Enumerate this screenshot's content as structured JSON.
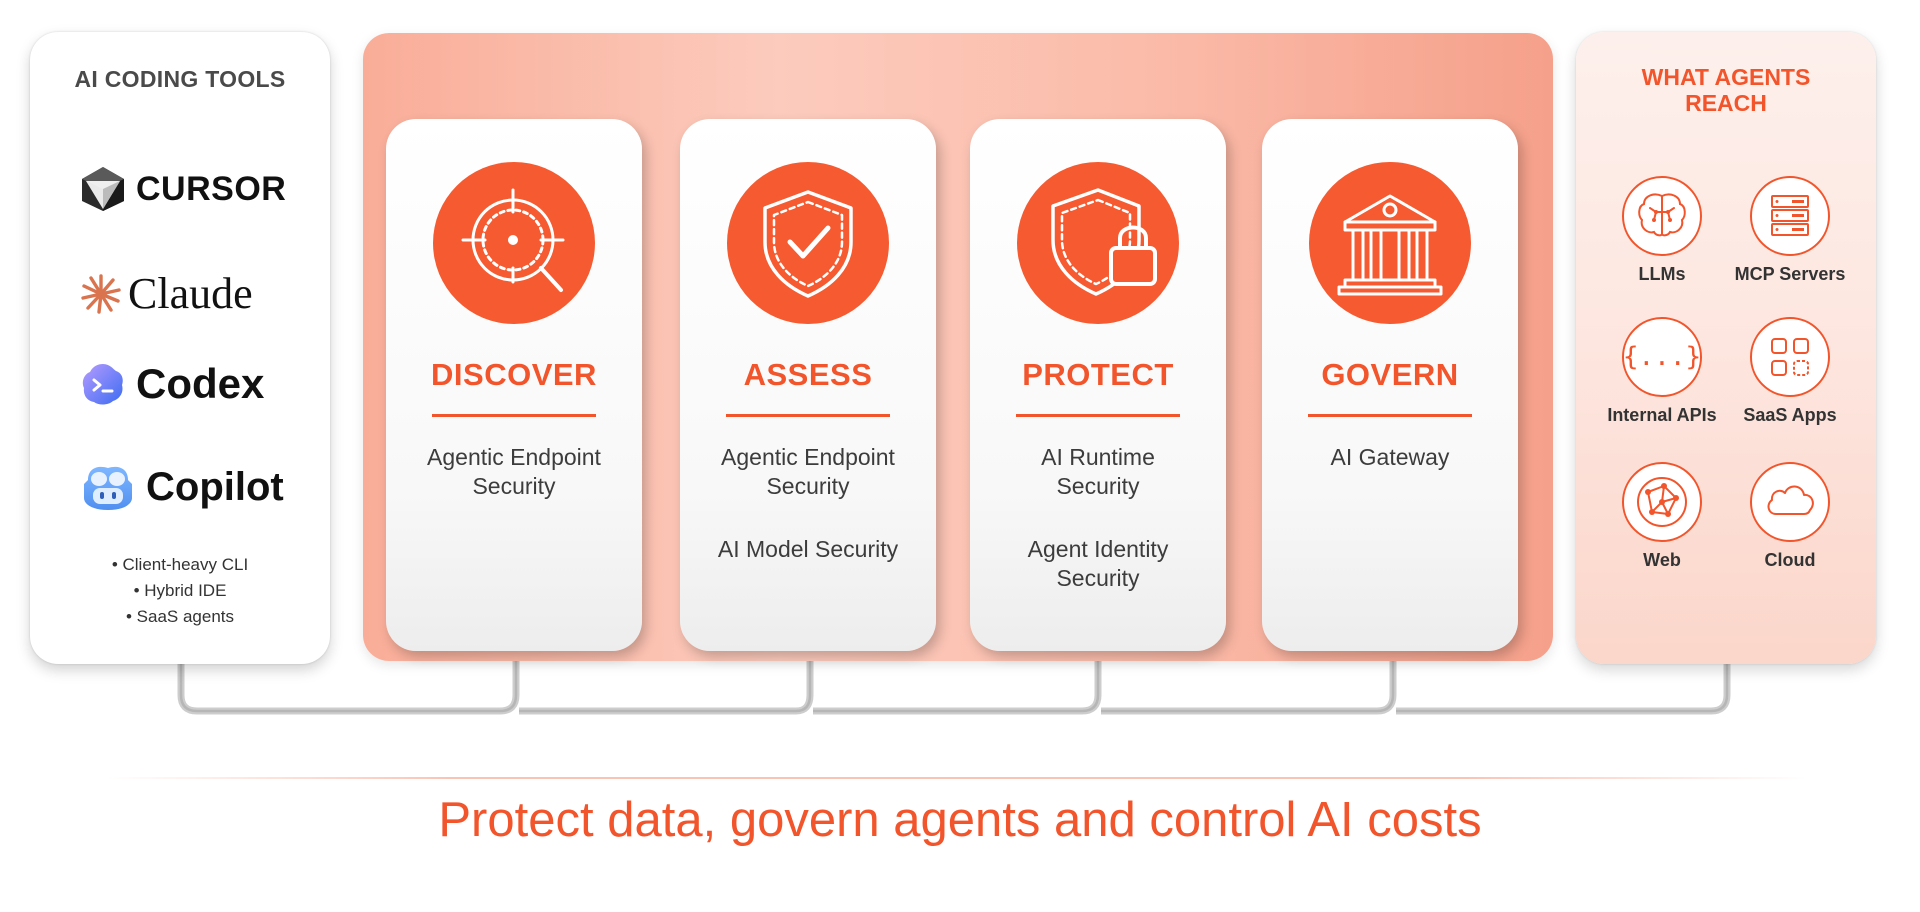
{
  "tools_panel": {
    "title": "AI CODING TOOLS",
    "logos": {
      "cursor": "CURSOR",
      "claude": "Claude",
      "codex": "Codex",
      "copilot": "Copilot"
    },
    "bullets": [
      "• Client-heavy CLI",
      "• Hybrid IDE",
      "• SaaS agents"
    ]
  },
  "pillars": [
    {
      "title": "DISCOVER",
      "icon": "target-crosshair-icon",
      "items": [
        "Agentic Endpoint\nSecurity"
      ]
    },
    {
      "title": "ASSESS",
      "icon": "shield-check-icon",
      "items": [
        "Agentic Endpoint\nSecurity",
        "AI Model Security"
      ]
    },
    {
      "title": "PROTECT",
      "icon": "shield-lock-icon",
      "items": [
        "AI Runtime\nSecurity",
        "Agent Identity\nSecurity"
      ]
    },
    {
      "title": "GOVERN",
      "icon": "government-building-icon",
      "items": [
        "AI Gateway"
      ]
    }
  ],
  "reach_panel": {
    "title": "WHAT AGENTS\nREACH",
    "items": [
      {
        "label": "LLMs",
        "icon": "brain-icon"
      },
      {
        "label": "MCP Servers",
        "icon": "server-rack-icon"
      },
      {
        "label": "Internal APIs",
        "icon": "curly-braces-icon"
      },
      {
        "label": "SaaS Apps",
        "icon": "app-grid-icon"
      },
      {
        "label": "Web",
        "icon": "network-globe-icon"
      },
      {
        "label": "Cloud",
        "icon": "cloud-icon"
      }
    ]
  },
  "tagline": "Protect data, govern agents and control AI costs",
  "colors": {
    "accent": "#f2552b",
    "icon_fill": "#f55a30",
    "band_light": "#fccbbd",
    "band_dark": "#f5a08a",
    "text_dark": "#3c3c3c"
  }
}
